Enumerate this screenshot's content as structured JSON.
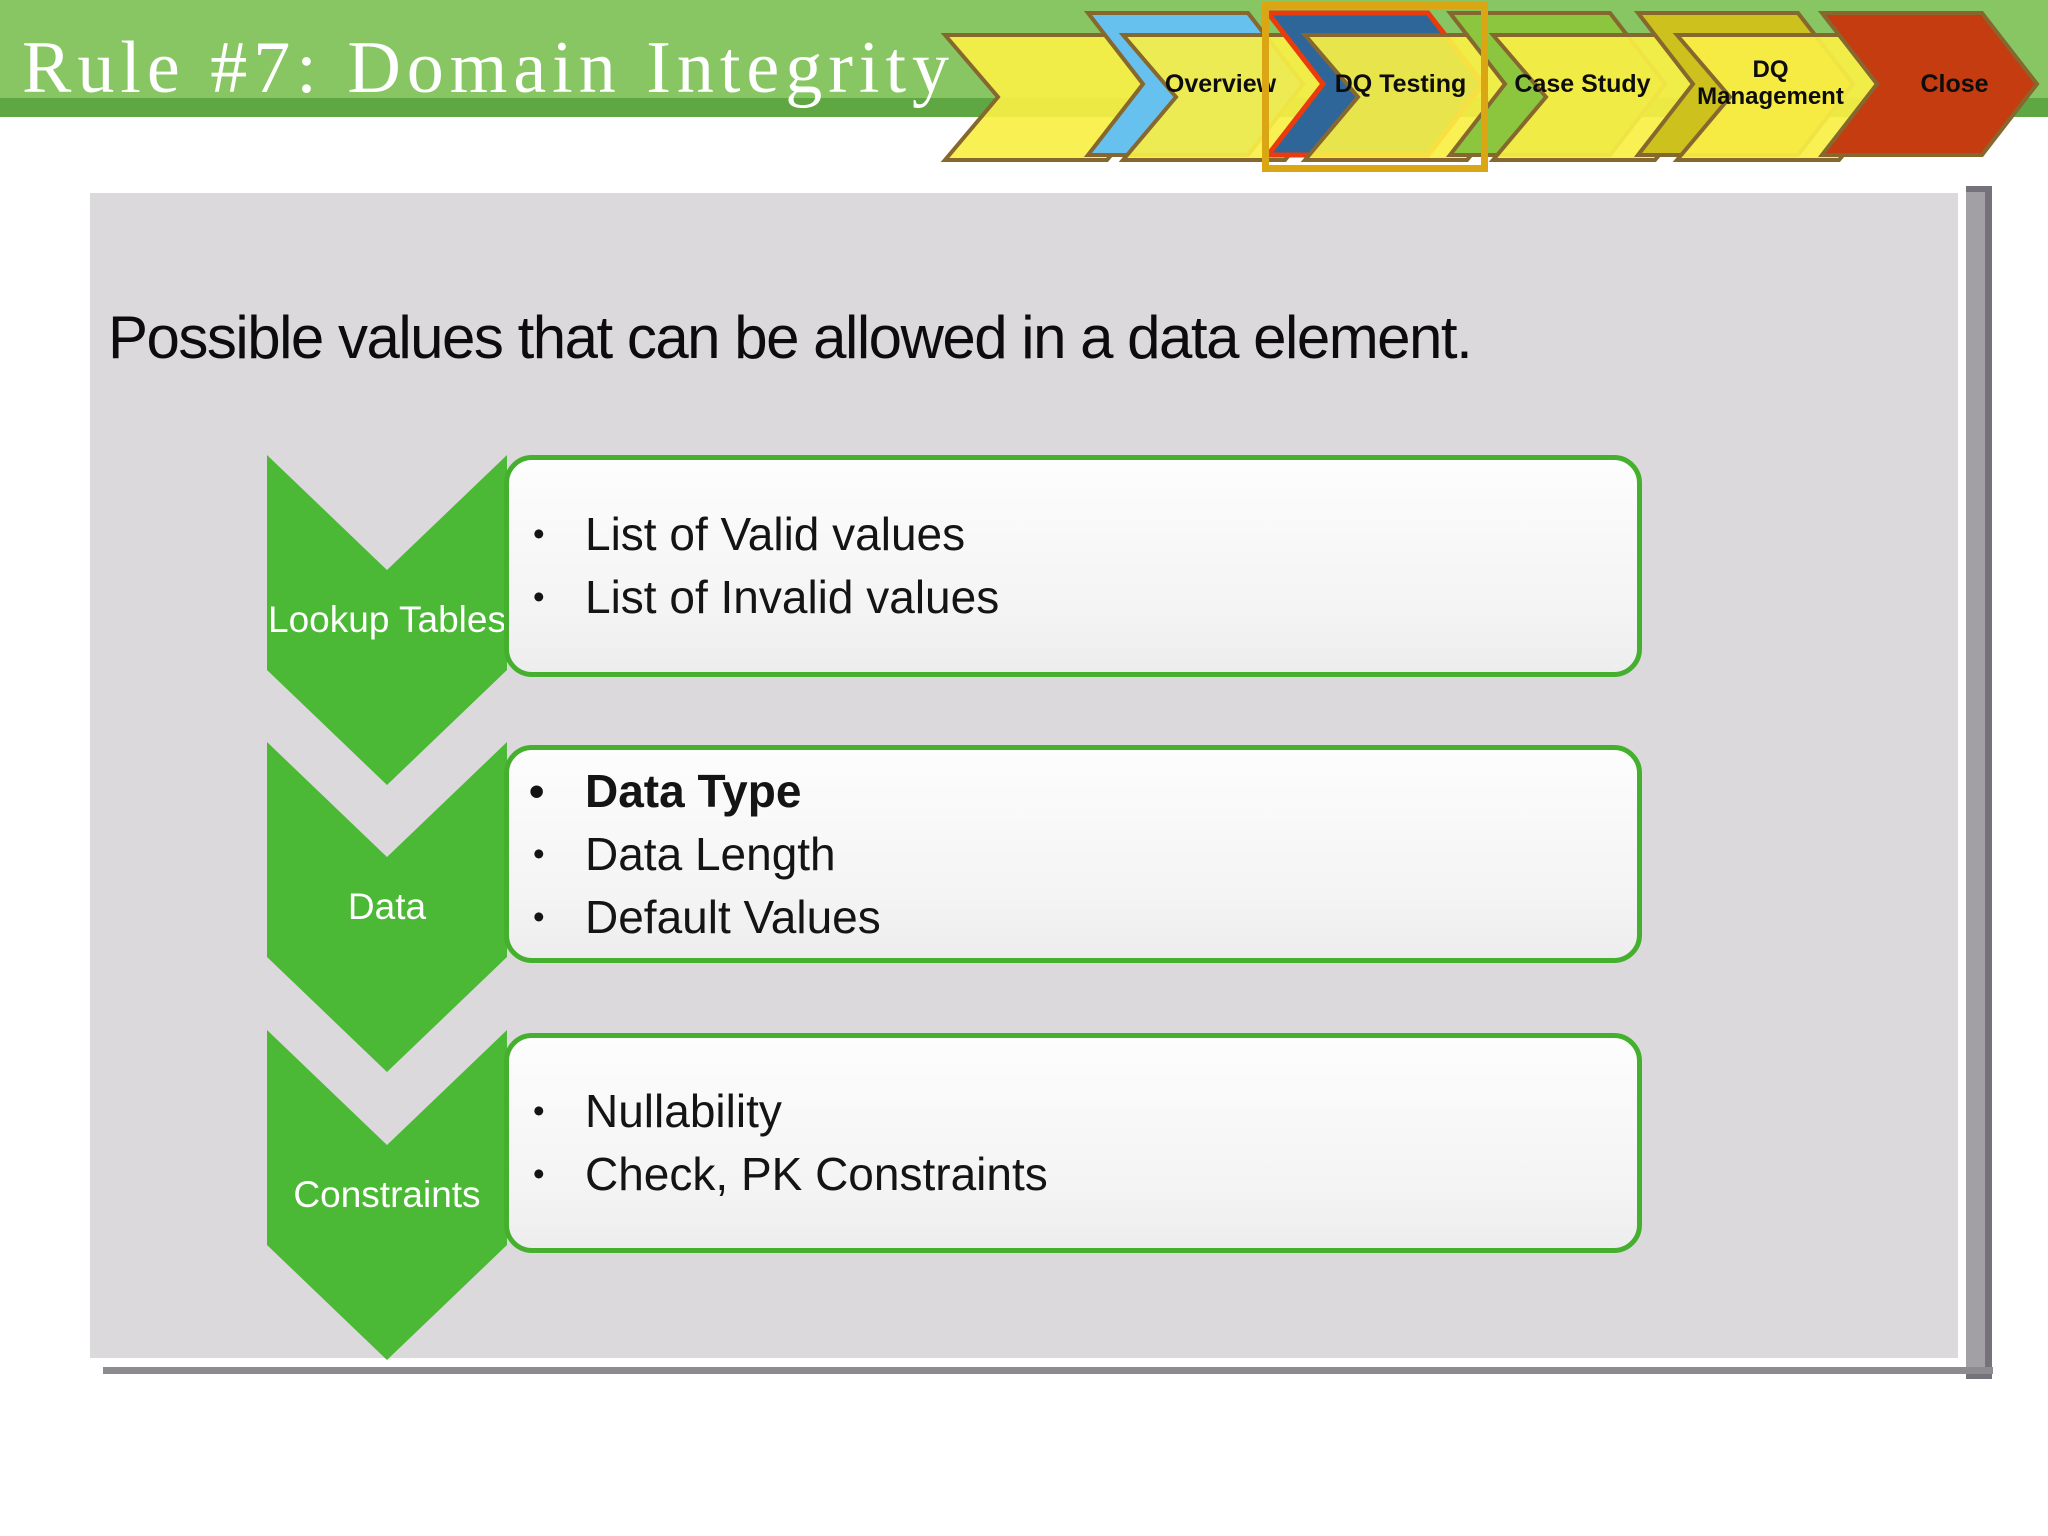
{
  "header": {
    "title": "Rule #7: Domain Integrity"
  },
  "nav": {
    "items": [
      {
        "label": "Overview",
        "active": false
      },
      {
        "label": "DQ Testing",
        "active": true
      },
      {
        "label": "Case Study",
        "active": false
      },
      {
        "label": "DQ Management",
        "active": false
      },
      {
        "label": "Close",
        "active": false
      }
    ]
  },
  "content": {
    "intro": "Possible values that can be allowed in a data element.",
    "rows": [
      {
        "label": "Lookup Tables",
        "bullets": [
          {
            "text": "List of Valid values"
          },
          {
            "text": "List of Invalid values"
          }
        ]
      },
      {
        "label": "Data",
        "bullets": [
          {
            "text": "Data Type",
            "bold": true
          },
          {
            "text": "Data Length"
          },
          {
            "text": "Default Values"
          }
        ]
      },
      {
        "label": "Constraints",
        "bullets": [
          {
            "text": "Nullability"
          },
          {
            "text": "Check, PK Constraints"
          }
        ]
      }
    ]
  },
  "colors": {
    "header_band": "#88c663",
    "header_band_strip": "#5ea742",
    "panel_background": "#dbd9dc",
    "chevron_green": "#4cb936",
    "box_border_green": "#45b02e",
    "nav_yellow": "#f9ef45",
    "nav_overview_blue": "#66c1ef",
    "nav_dq_testing_blue": "#2f6699",
    "nav_active_border_red": "#ea3b0c",
    "nav_case_study_green": "#8cc63e",
    "nav_dq_management_yellow": "#ccc11d",
    "nav_close_red": "#c53c10",
    "nav_highlight_orange": "#dba613",
    "nav_border_brown": "#86682f"
  }
}
